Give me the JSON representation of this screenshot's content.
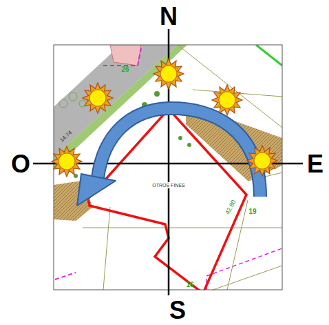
{
  "diagram": {
    "labels": [
      "N",
      "O",
      "E",
      "S",
      "OTROS FINES",
      "14.74",
      "42.80",
      "19",
      "16",
      "26"
    ]
  }
}
